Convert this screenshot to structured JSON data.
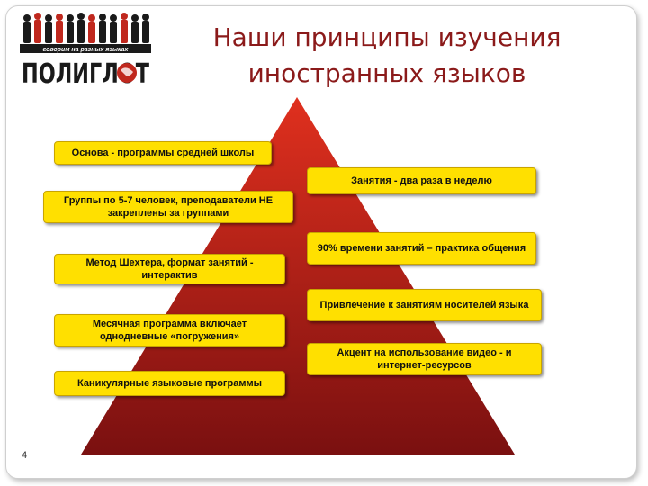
{
  "slide": {
    "title_line1": "Наши принципы изучения",
    "title_line2": "иностранных языков",
    "page_number": "4"
  },
  "logo": {
    "tagline": "говорим на разных языках",
    "name": "ПОЛИГЛОТ"
  },
  "boxes": {
    "left": [
      "Основа - программы средней школы",
      "Группы по 5-7 человек, преподаватели НЕ закреплены за группами",
      "Метод Шехтера, формат занятий - интерактив",
      "Месячная программа включает однодневные «погружения»",
      "Каникулярные языковые программы"
    ],
    "right": [
      "Занятия - два раза в неделю",
      "90% времени занятий – практика общения",
      "Привлечение к занятиям носителей языка",
      "Акцент на использование видео - и интернет-ресурсов"
    ]
  },
  "colors": {
    "title": "#8b1a1a",
    "pyramid_top": "#e0301e",
    "pyramid_bottom": "#7a1010",
    "box_fill": "#ffe000"
  }
}
